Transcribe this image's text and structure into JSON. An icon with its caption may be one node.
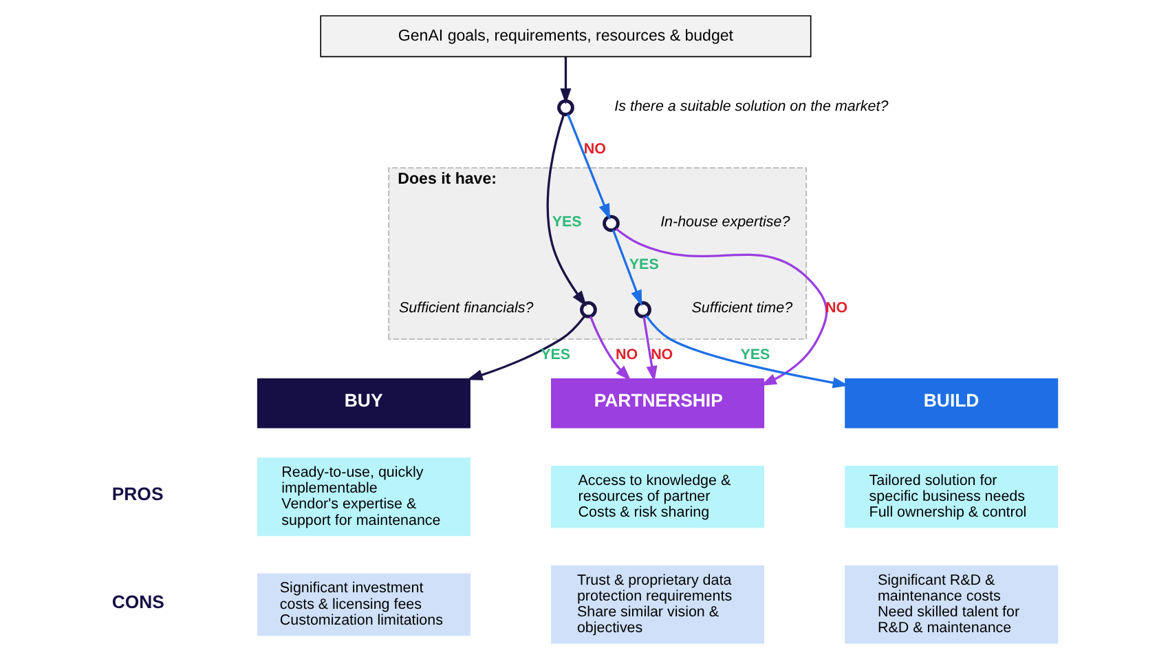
{
  "diagram": {
    "nodes": [
      {
        "text": [
          "GenAI goals, requirements, resources & budget"
        ]
      },
      {
        "text": [],
        "shape": "circle",
        "beside": [
          "Is there a suitable solution on the market?"
        ]
      },
      {
        "text": [
          "Does it have:"
        ]
      },
      {
        "text": [],
        "shape": "circle",
        "beside": [
          "In-house expertise?"
        ],
        "in": 2
      },
      {
        "text": [],
        "shape": "circle",
        "beside": [
          "Sufficient financials?"
        ],
        "in": 2
      },
      {
        "text": [],
        "shape": "circle",
        "beside": [
          "Sufficient time?"
        ],
        "in": 2
      },
      {
        "text": [
          "BUY"
        ]
      },
      {
        "text": [
          "PARTNERSHIP"
        ]
      },
      {
        "text": [
          "BUILD"
        ]
      },
      {
        "text": [
          "Ready-to-use, quickly implementable",
          "Vendor's expertise & support for maintenance"
        ]
      },
      {
        "text": [
          "Access to knowledge & resources of partner",
          "Costs & risk sharing"
        ]
      },
      {
        "text": [
          "Tailored solution for specific business needs",
          "Full ownership & control"
        ]
      },
      {
        "text": [
          "Significant investment costs & licensing fees",
          "Customization limitations"
        ]
      },
      {
        "text": [
          "Trust & proprietary data protection requirements",
          "Share similar vision & objectives"
        ]
      },
      {
        "text": [
          "Significant R&D & maintenance costs",
          "Need skilled talent for R&D & maintenance"
        ]
      }
    ],
    "edges": [
      {
        "from": 0,
        "to": 1,
        "arrow": "to",
        "color": "#1a1446"
      },
      {
        "from": 1,
        "to": 4,
        "arrow": "to",
        "label": "YES",
        "color": "#1a1446"
      },
      {
        "from": 1,
        "to": 3,
        "arrow": "to",
        "label": "NO",
        "color": "#1e6fe6"
      },
      {
        "from": 3,
        "to": 5,
        "arrow": "to",
        "label": "YES",
        "color": "#1e6fe6"
      },
      {
        "from": 3,
        "to": 7,
        "arrow": "to",
        "label": "NO",
        "color": "#9b3fe0"
      },
      {
        "from": 4,
        "to": 6,
        "arrow": "to",
        "label": "YES",
        "color": "#1a1446"
      },
      {
        "from": 4,
        "to": 7,
        "arrow": "to",
        "label": "NO",
        "color": "#9b3fe0"
      },
      {
        "from": 5,
        "to": 7,
        "arrow": "to",
        "label": "NO",
        "color": "#9b3fe0"
      },
      {
        "from": 5,
        "to": 8,
        "arrow": "to",
        "label": "YES",
        "color": "#1e6fe6"
      }
    ],
    "labels": [
      "PROS",
      "CONS"
    ]
  }
}
